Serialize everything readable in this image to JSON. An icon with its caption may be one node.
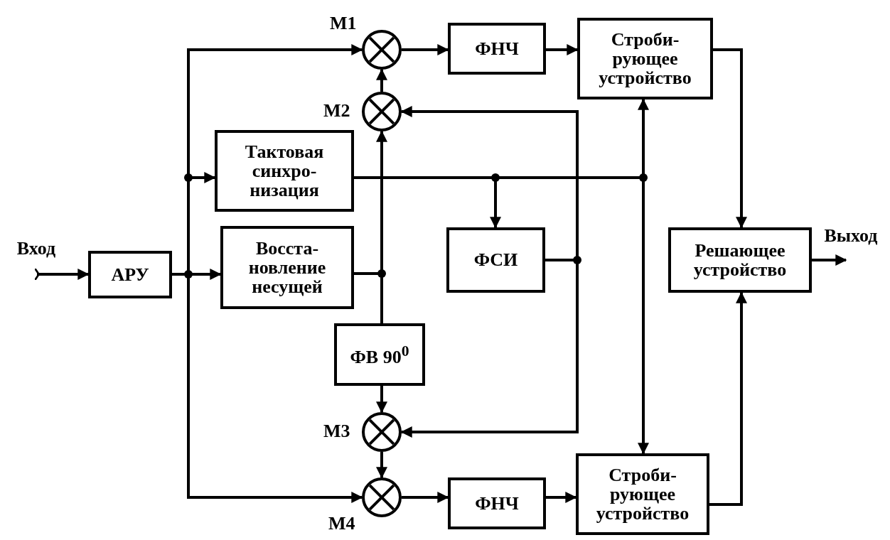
{
  "diagram": {
    "nodes": [
      {
        "text": [
          "Вход"
        ]
      },
      {
        "text": [
          "АРУ"
        ]
      },
      {
        "text": [
          "Тактовая синхро- низация"
        ]
      },
      {
        "text": [
          "Восста- новление несущей"
        ]
      },
      {
        "text": [],
        "shape": "circle",
        "beside": [
          "М1"
        ]
      },
      {
        "text": [],
        "shape": "circle",
        "beside": [
          "М2"
        ]
      },
      {
        "text": [
          "ФВ 90$^{0}$"
        ]
      },
      {
        "text": [],
        "shape": "circle",
        "beside": [
          "М3"
        ]
      },
      {
        "text": [],
        "shape": "circle",
        "beside": [
          "М4"
        ]
      },
      {
        "text": [
          "ФНЧ"
        ]
      },
      {
        "text": [
          "Строби- рующее устройство"
        ]
      },
      {
        "text": [
          "ФСИ"
        ]
      },
      {
        "text": [
          "Решающее устройство"
        ]
      },
      {
        "text": [
          "Выход"
        ]
      },
      {
        "text": [
          "ФНЧ"
        ]
      },
      {
        "text": [
          "Строби- рующее устройство"
        ]
      }
    ],
    "edges": [
      {
        "from": 0,
        "to": 1,
        "arrow": "to"
      },
      {
        "from": 1,
        "to": 3,
        "arrow": "to"
      },
      {
        "from": 1,
        "to": 2,
        "arrow": "to"
      },
      {
        "from": 1,
        "to": 4,
        "arrow": "to"
      },
      {
        "from": 1,
        "to": 8,
        "arrow": "to"
      },
      {
        "from": 3,
        "to": 5,
        "arrow": "to"
      },
      {
        "from": 3,
        "to": 6,
        "arrow": "none"
      },
      {
        "from": 5,
        "to": 4,
        "arrow": "to"
      },
      {
        "from": 6,
        "to": 7,
        "arrow": "to"
      },
      {
        "from": 7,
        "to": 8,
        "arrow": "to"
      },
      {
        "from": 4,
        "to": 9,
        "arrow": "to"
      },
      {
        "from": 9,
        "to": 10,
        "arrow": "to"
      },
      {
        "from": 8,
        "to": 14,
        "arrow": "to"
      },
      {
        "from": 14,
        "to": 15,
        "arrow": "to"
      },
      {
        "from": 10,
        "to": 12,
        "arrow": "to"
      },
      {
        "from": 15,
        "to": 12,
        "arrow": "to"
      },
      {
        "from": 12,
        "to": 13,
        "arrow": "to"
      },
      {
        "from": 2,
        "to": 11,
        "arrow": "to"
      },
      {
        "from": 2,
        "to": 10,
        "arrow": "to"
      },
      {
        "from": 2,
        "to": 15,
        "arrow": "to"
      },
      {
        "from": 11,
        "to": 5,
        "arrow": "to"
      },
      {
        "from": 11,
        "to": 7,
        "arrow": "to"
      }
    ]
  }
}
